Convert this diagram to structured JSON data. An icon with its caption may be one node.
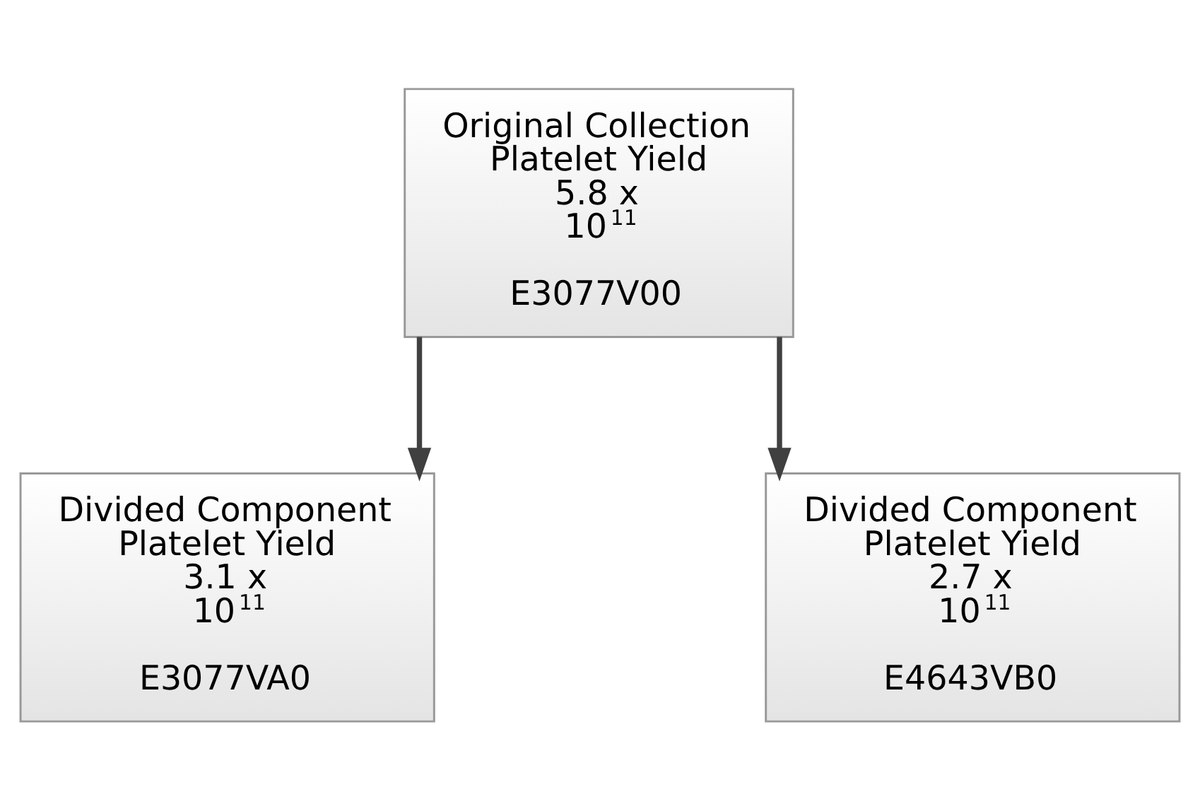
{
  "diagram": {
    "nodes": [
      {
        "text": [
          "Original Collection Platelet Yield 5.8 x 10$^{11}$",
          "E3077V00"
        ]
      },
      {
        "text": [
          "Divided Component Platelet Yield 3.1 x 10$^{11}$",
          "E3077VA0"
        ]
      },
      {
        "text": [
          "Divided Component Platelet Yield 2.7 x 10$^{11}$",
          "E4643VB0"
        ]
      }
    ],
    "edges": [
      {
        "from": 0,
        "to": 1,
        "arrow": "to"
      },
      {
        "from": 0,
        "to": 2,
        "arrow": "to"
      }
    ]
  }
}
